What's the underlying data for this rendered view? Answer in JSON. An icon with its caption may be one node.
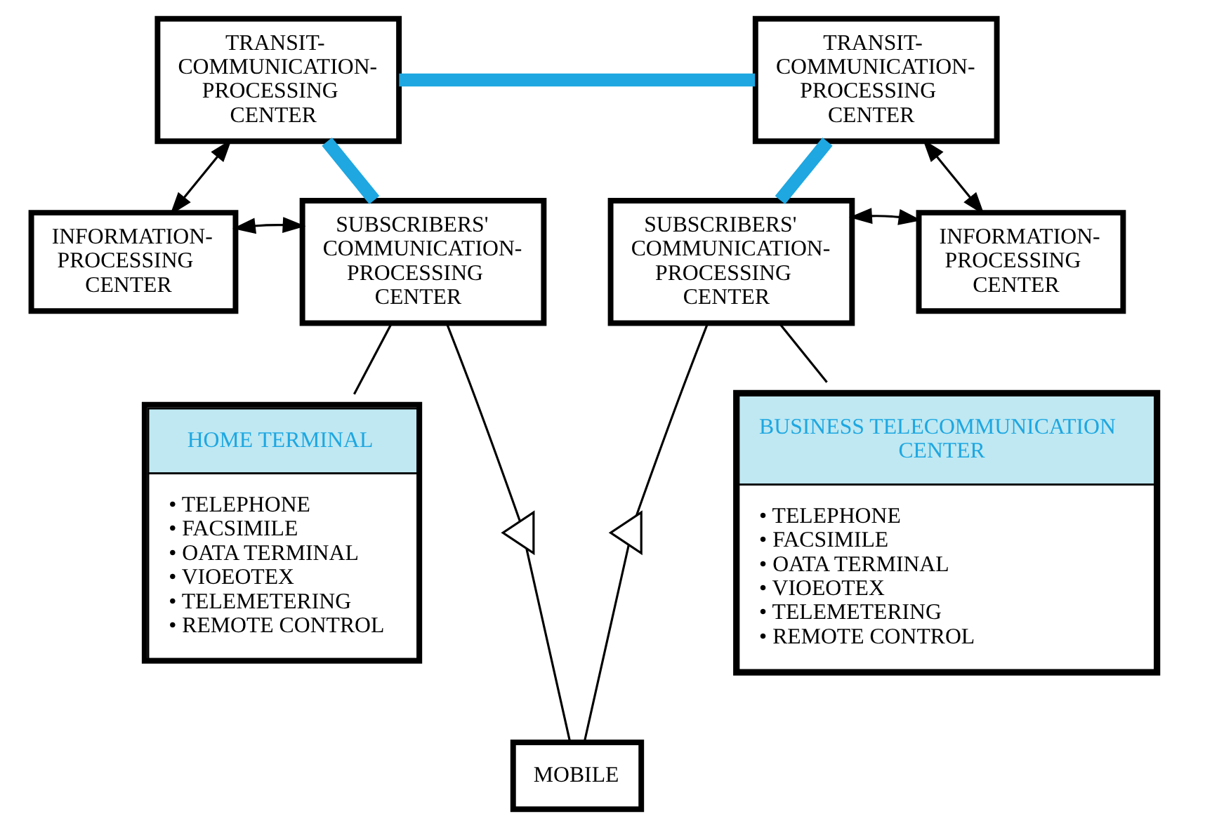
{
  "diagram": {
    "nodes": [
      {
        "text": [
          "TRANSIT-COMMUNICATION-PROCESSING CENTER"
        ]
      },
      {
        "text": [
          "TRANSIT-COMMUNICATION-PROCESSING CENTER"
        ]
      },
      {
        "text": [
          "INFORMATION-PROCESSING CENTER"
        ]
      },
      {
        "text": [
          "INFORMATION-PROCESSING CENTER"
        ]
      },
      {
        "text": [
          "SUBSCRIBERS' COMMUNICATION-PROCESSING CENTER"
        ]
      },
      {
        "text": [
          "SUBSCRIBERS' COMMUNICATION-PROCESSING CENTER"
        ]
      },
      {
        "text": [
          "HOME TERMINAL",
          "• TELEPHONE",
          "• FACSIMILE",
          "• OATA TERMINAL",
          "• VIOEOTEX",
          "• TELEMETERING",
          "• REMOTE CONTROL"
        ]
      },
      {
        "text": [
          "BUSINESS TELECOMMUNICATION CENTER",
          "• TELEPHONE",
          "• FACSIMILE",
          "• OATA TERMINAL",
          "• VIOEOTEX",
          "• TELEMETERING",
          "• REMOTE CONTROL"
        ]
      },
      {
        "text": [],
        "shape": "triangle"
      },
      {
        "text": [],
        "shape": "triangle"
      },
      {
        "text": [
          "MOBILE"
        ]
      }
    ],
    "edges": [
      {
        "from": 0,
        "to": 1,
        "arrow": "none",
        "style": "thick",
        "color": "#1ea7e1"
      },
      {
        "from": 0,
        "to": 4,
        "arrow": "none",
        "style": "thick",
        "color": "#1ea7e1"
      },
      {
        "from": 1,
        "to": 5,
        "arrow": "none",
        "style": "thick",
        "color": "#1ea7e1"
      },
      {
        "from": 2,
        "to": 0,
        "arrow": "both"
      },
      {
        "from": 2,
        "to": 4,
        "arrow": "both"
      },
      {
        "from": 3,
        "to": 1,
        "arrow": "both"
      },
      {
        "from": 3,
        "to": 5,
        "arrow": "both"
      },
      {
        "from": 4,
        "to": 6,
        "arrow": "none"
      },
      {
        "from": 5,
        "to": 7,
        "arrow": "none"
      },
      {
        "from": 4,
        "to": 8,
        "arrow": "none"
      },
      {
        "from": 5,
        "to": 9,
        "arrow": "none"
      },
      {
        "from": 8,
        "to": 10,
        "arrow": "none"
      },
      {
        "from": 9,
        "to": 10,
        "arrow": "none"
      }
    ]
  }
}
